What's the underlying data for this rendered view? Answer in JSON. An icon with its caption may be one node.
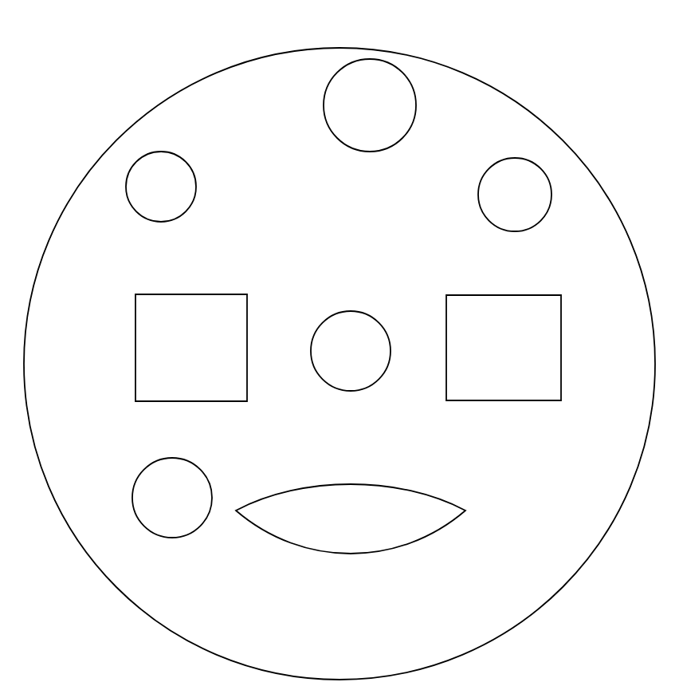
{
  "diagram": {
    "nodes": [
      {
        "text": [],
        "shape": "circle"
      },
      {
        "text": [],
        "shape": "circle",
        "in": 0
      },
      {
        "text": [],
        "shape": "circle",
        "in": 0
      },
      {
        "text": [],
        "shape": "circle",
        "in": 0
      },
      {
        "text": [],
        "shape": "box",
        "in": 0
      },
      {
        "text": [],
        "shape": "circle",
        "in": 0
      },
      {
        "text": [],
        "shape": "box",
        "in": 0
      },
      {
        "text": [],
        "shape": "circle",
        "in": 0
      },
      {
        "text": [],
        "shape": "lens",
        "in": 0
      }
    ]
  }
}
